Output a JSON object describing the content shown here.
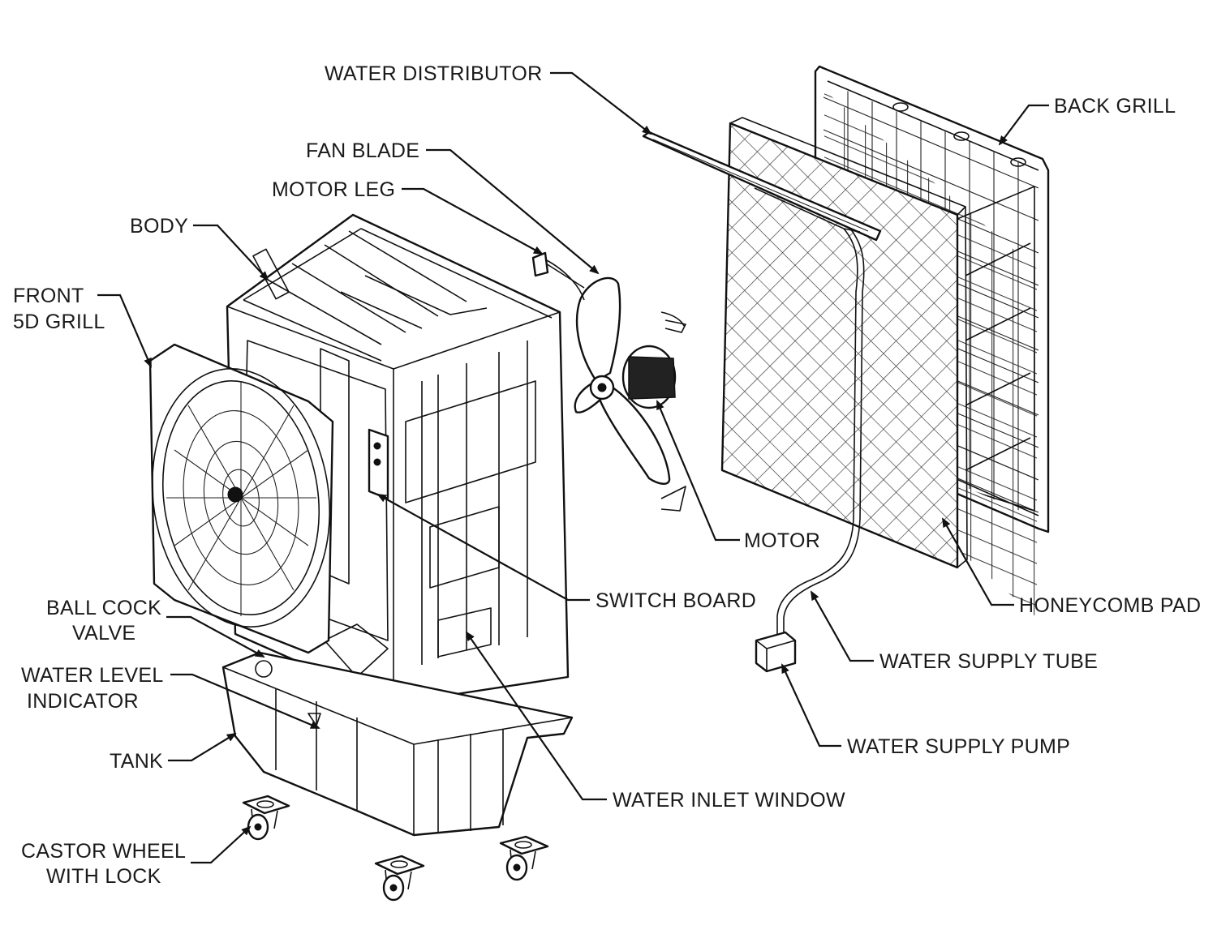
{
  "labels": {
    "water_distributor": "WATER DISTRIBUTOR",
    "back_grill": "BACK GRILL",
    "fan_blade": "FAN BLADE",
    "motor_leg": "MOTOR LEG",
    "body": "BODY",
    "front_grill_1": "FRONT",
    "front_grill_2": "5D GRILL",
    "motor": "MOTOR",
    "switch_board": "SWITCH BOARD",
    "honeycomb_pad": "HONEYCOMB PAD",
    "ball_cock_1": "BALL COCK",
    "ball_cock_2": "VALVE",
    "water_level_1": "WATER LEVEL",
    "water_level_2": "INDICATOR",
    "water_supply_tube": "WATER SUPPLY TUBE",
    "water_supply_pump": "WATER SUPPLY PUMP",
    "tank": "TANK",
    "water_inlet_window": "WATER INLET WINDOW",
    "castor_1": "CASTOR WHEEL",
    "castor_2": "WITH LOCK"
  },
  "colors": {
    "ink": "#111111",
    "background": "#ffffff"
  }
}
